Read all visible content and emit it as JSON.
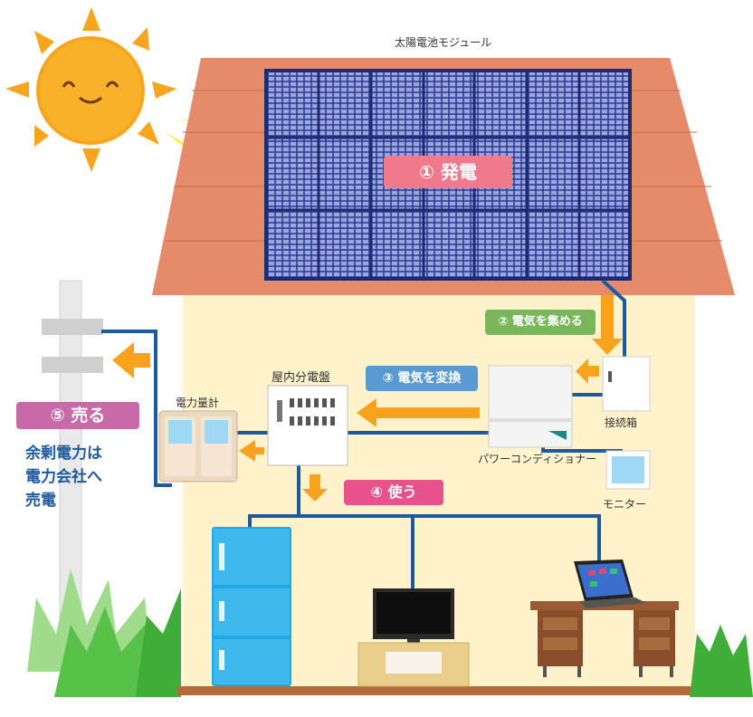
{
  "labels": {
    "solar_module": "太陽電池モジュール",
    "distribution_board": "屋内分電盤",
    "meter": "電力量計",
    "junction_box": "接続箱",
    "power_conditioner": "パワーコンディショナー",
    "monitor": "モニター"
  },
  "steps": {
    "generate": "① 発電",
    "collect": "② 電気を集める",
    "convert": "③ 電気を変換",
    "use": "④ 使う",
    "sell": "⑤ 売る"
  },
  "surplus_text": [
    "余剰電力は",
    "電力会社へ",
    "売電"
  ],
  "colors": {
    "roof": "#e58a6a",
    "house_wall": "#fff3cc",
    "wire": "#1e5aa0",
    "arrow": "#f9a21c",
    "step_generate": "#f07a8c",
    "step_collect": "#7ab65a",
    "step_convert": "#5a9ad2",
    "step_use": "#e8528c",
    "step_sell": "#c86aa8"
  },
  "laptop_screen": "tile-start-screen"
}
